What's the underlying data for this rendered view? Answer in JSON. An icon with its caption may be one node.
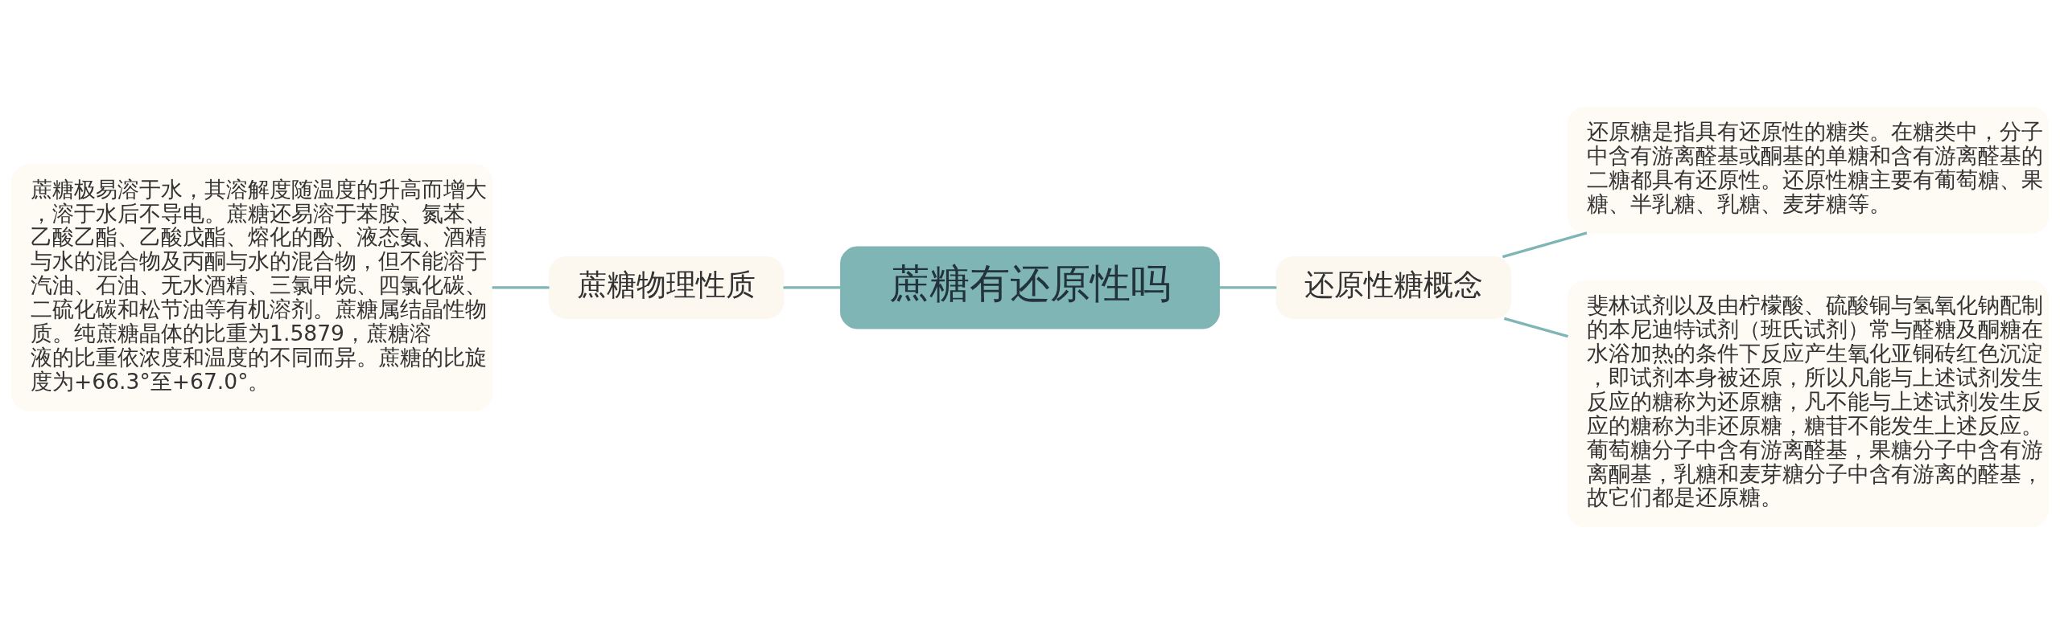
{
  "diagram": {
    "nodes": [
      {
        "text": [
          "蔗糖有还原性吗"
        ]
      },
      {
        "text": [
          "蔗糖物理性质"
        ]
      },
      {
        "text": [
          "蔗糖极易溶于水，其溶解度随温度的升高而增大，溶于水后不导电。蔗糖还易溶于苯胺、氮苯、乙酸乙酯、乙酸戊酯、熔化的酚、液态氨、酒精与水的混合物及丙酮与水的混合物，但不能溶于汽油、石油、无水酒精、三氯甲烷、四氯化碳、二硫化碳和松节油等有机溶剂。蔗糖属结晶性物质。纯蔗糖晶体的比重为1.5879，蔗糖溶液的比重依浓度和温度的不同而异。蔗糖的比旋度为+66.3°至+67.0°。"
        ]
      },
      {
        "text": [
          "还原性糖概念"
        ]
      },
      {
        "text": [
          "还原糖是指具有还原性的糖类。在糖类中，分子中含有游离醛基或酮基的单糖和含有游离醛基的二糖都具有还原性。还原性糖主要有葡萄糖、果糖、半乳糖、乳糖、麦芽糖等。"
        ]
      },
      {
        "text": [
          "斐林试剂以及由柠檬酸、硫酸铜与氢氧化钠配制的本尼迪特试剂（班氏试剂）常与醛糖及酮糖在水浴加热的条件下反应产生氧化亚铜砖红色沉淀，即试剂本身被还原，所以凡能与上述试剂发生反应的糖称为还原糖，凡不能与上述试剂发生反应的糖称为非还原糖，糖苷不能发生上述反应。葡萄糖分子中含有游离醛基，果糖分子中含有游离酮基，乳糖和麦芽糖分子中含有游离的醛基，故它们都是还原糖。"
        ]
      }
    ],
    "edges": [
      {
        "from": 2,
        "to": 1,
        "arrow": "none"
      },
      {
        "from": 1,
        "to": 0,
        "arrow": "none"
      },
      {
        "from": 0,
        "to": 3,
        "arrow": "none"
      },
      {
        "from": 3,
        "to": 4,
        "arrow": "none"
      },
      {
        "from": 3,
        "to": 5,
        "arrow": "none"
      }
    ]
  }
}
